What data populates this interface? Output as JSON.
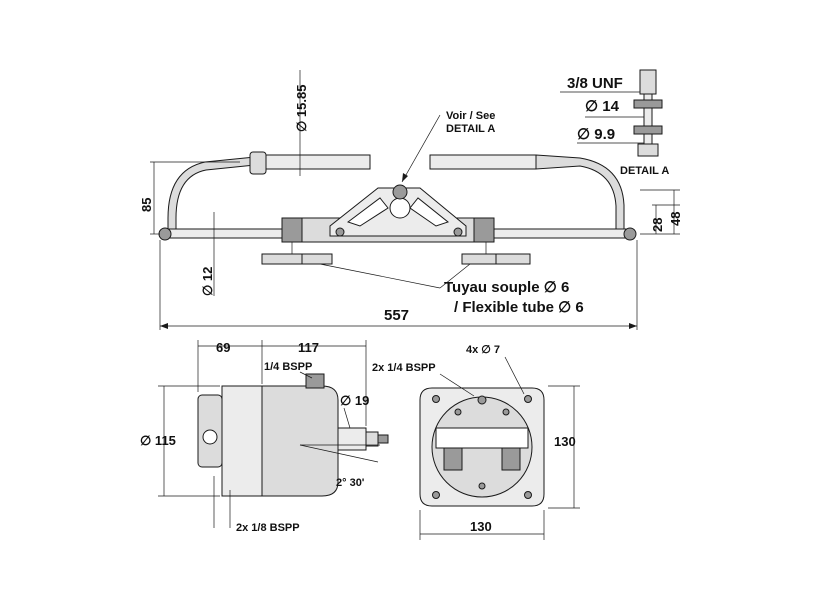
{
  "top_view": {
    "dims": {
      "tube_diameter": "∅ 15.85",
      "height_85": "85",
      "height_48": "48",
      "height_28": "28",
      "rod_diameter": "∅ 12",
      "overall_length": "557"
    },
    "detail_ref_line1": "Voir / See",
    "detail_ref_line2": "DETAIL A",
    "tube_label_line1": "Tuyau souple ∅ 6",
    "tube_label_line2": "/ Flexible tube ∅ 6"
  },
  "detail_a": {
    "thread": "3/8 UNF",
    "outer_diameter": "∅ 14",
    "inner_diameter": "∅ 9.9",
    "title": "DETAIL A"
  },
  "side_view": {
    "dim_69": "69",
    "dim_117": "117",
    "port_top": "1/4 BSPP",
    "shaft_diameter": "∅ 19",
    "body_diameter": "∅ 115",
    "tilt_angle": "2° 30'",
    "ports_bottom": "2x 1/8 BSPP"
  },
  "front_view": {
    "ports": "2x 1/4 BSPP",
    "holes": "4x ∅ 7",
    "height": "130",
    "width": "130"
  }
}
